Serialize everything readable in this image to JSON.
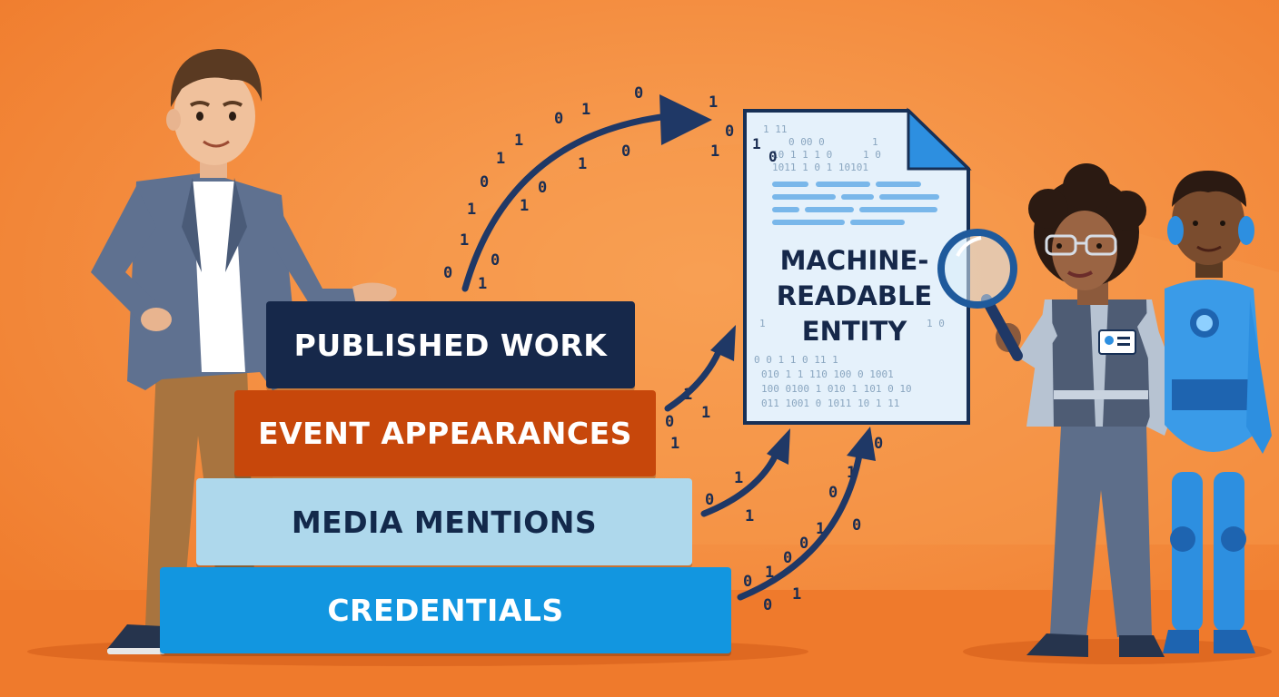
{
  "stack": {
    "published_work": "PUBLISHED WORK",
    "event_appearances": "EVENT APPEARANCES",
    "media_mentions": "MEDIA MENTIONS",
    "credentials": "CREDENTIALS"
  },
  "document": {
    "title_line1": "MACHINE-",
    "title_line2": "READABLE",
    "title_line3": "ENTITY"
  },
  "colors": {
    "background": "#f48a3a",
    "navy": "#16284a",
    "rust": "#c7470b",
    "light_blue": "#aed8ec",
    "bright_blue": "#1296e0"
  },
  "icons": [
    "magnifying-glass-icon",
    "id-badge-icon",
    "arrow-icon",
    "document-icon"
  ]
}
